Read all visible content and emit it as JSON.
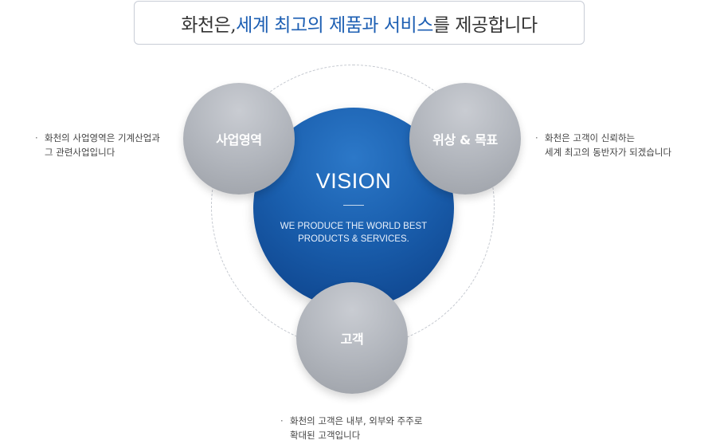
{
  "headline": {
    "prefix": "화천은, ",
    "accent": "세계 최고의 제품과 서비스",
    "suffix": "를 제공합니다"
  },
  "vision": {
    "title": "VISION",
    "text": "WE PRODUCE THE WORLD BEST\nPRODUCTS & SERVICES."
  },
  "circles": {
    "business": {
      "label": "사업영역",
      "desc_line1": "화천의 사업영역은 기계산업과",
      "desc_line2": "그 관련사업입니다"
    },
    "status": {
      "label": "위상 & 목표",
      "desc_line1": "화천은 고객이 신뢰하는",
      "desc_line2": "세계 최고의 동반자가 되겠습니다"
    },
    "customer": {
      "label": "고객",
      "desc_line1": "화천의 고객은 내부, 외부와 주주로",
      "desc_line2": "확대된 고객입니다"
    }
  },
  "bullet": "·",
  "colors": {
    "accent": "#1d5fb3",
    "vision_blue": "#1a5fae",
    "satellite_grey": "#b2b6bd",
    "border": "#c8cdd6"
  }
}
